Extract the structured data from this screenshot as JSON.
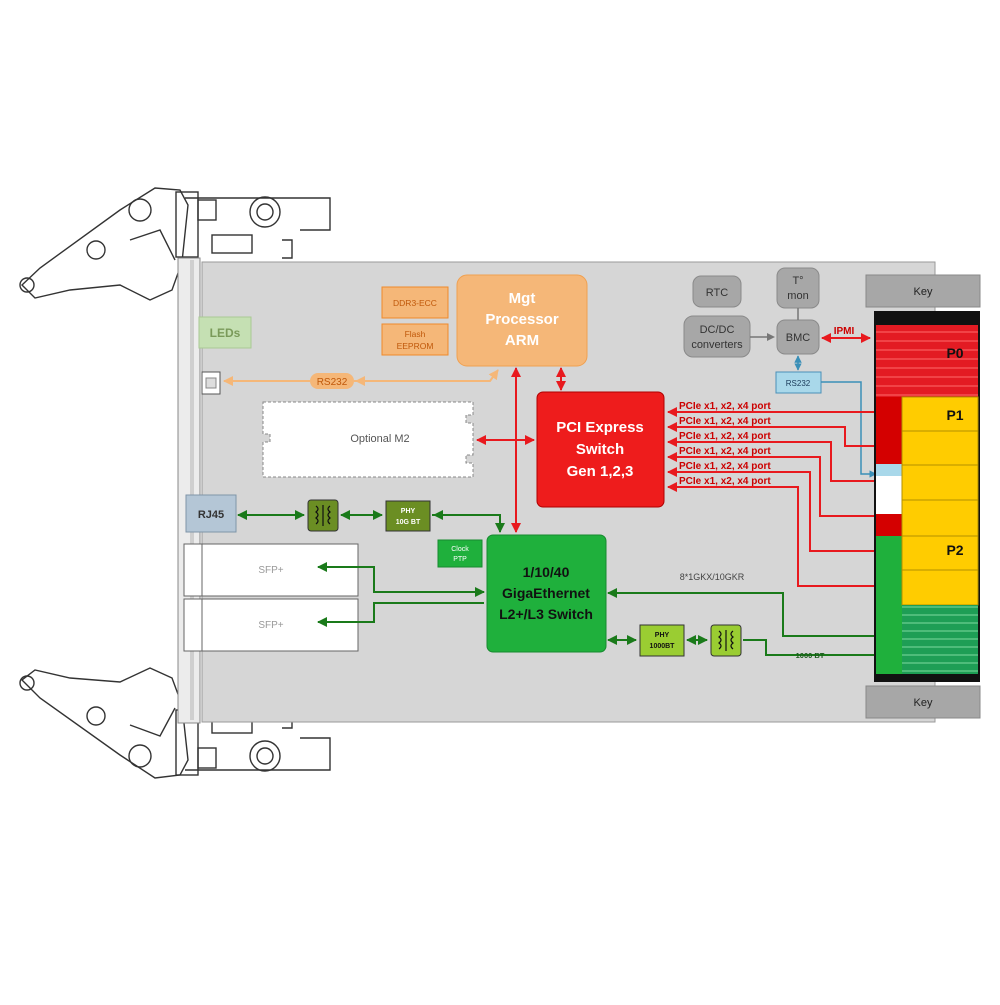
{
  "colors": {
    "board": "#d6d6d6",
    "orange": "#f5b778",
    "orange_dark": "#f08a2a",
    "orange_text": "#e8761a",
    "red": "#ff0000",
    "red_arrow": "#e8191e",
    "green": "#1fb03c",
    "green_dark": "#1a7a1a",
    "gray_block": "#a7a7a7",
    "yellow": "#ffcc00",
    "lightblue": "#a9d8ea",
    "olive": "#6b8e23",
    "lime": "#9acd32"
  },
  "blocks": {
    "leds": "LEDs",
    "ddr3": "DDR3-ECC",
    "flash_line1": "Flash",
    "flash_line2": "EEPROM",
    "mgt_line1": "Mgt",
    "mgt_line2": "Processor",
    "mgt_line3": "ARM",
    "rs232_front": "RS232",
    "optional_m2": "Optional M2",
    "pcie_line1": "PCI Express",
    "pcie_line2": "Switch",
    "pcie_line3": "Gen 1,2,3",
    "rj45": "RJ45",
    "phy10g_line1": "PHY",
    "phy10g_line2": "10G BT",
    "clock_line1": "Clock",
    "clock_line2": "PTP",
    "sfp1": "SFP+",
    "sfp2": "SFP+",
    "ge_line1": "1/10/40",
    "ge_line2": "GigaEthernet",
    "ge_line3": "L2+/L3 Switch",
    "phy1000_line1": "PHY",
    "phy1000_line2": "1000BT",
    "bt1000": "1000 BT",
    "gkx": "8*1GKX/10GKR",
    "rtc": "RTC",
    "temp_line1": "T°",
    "temp_line2": "mon",
    "dcdc_line1": "DC/DC",
    "dcdc_line2": "converters",
    "bmc": "BMC",
    "ipmi": "IPMI",
    "rs232_rear": "RS232",
    "key_top": "Key",
    "key_bottom": "Key",
    "p0": "P0",
    "p1": "P1",
    "p2": "P2"
  },
  "pcie_ports": [
    "PCIe x1, x2, x4 port",
    "PCIe x1, x2, x4 port",
    "PCIe x1, x2, x4 port",
    "PCIe x1, x2, x4 port",
    "PCIe x1, x2, x4 port",
    "PCIe x1, x2, x4 port"
  ]
}
